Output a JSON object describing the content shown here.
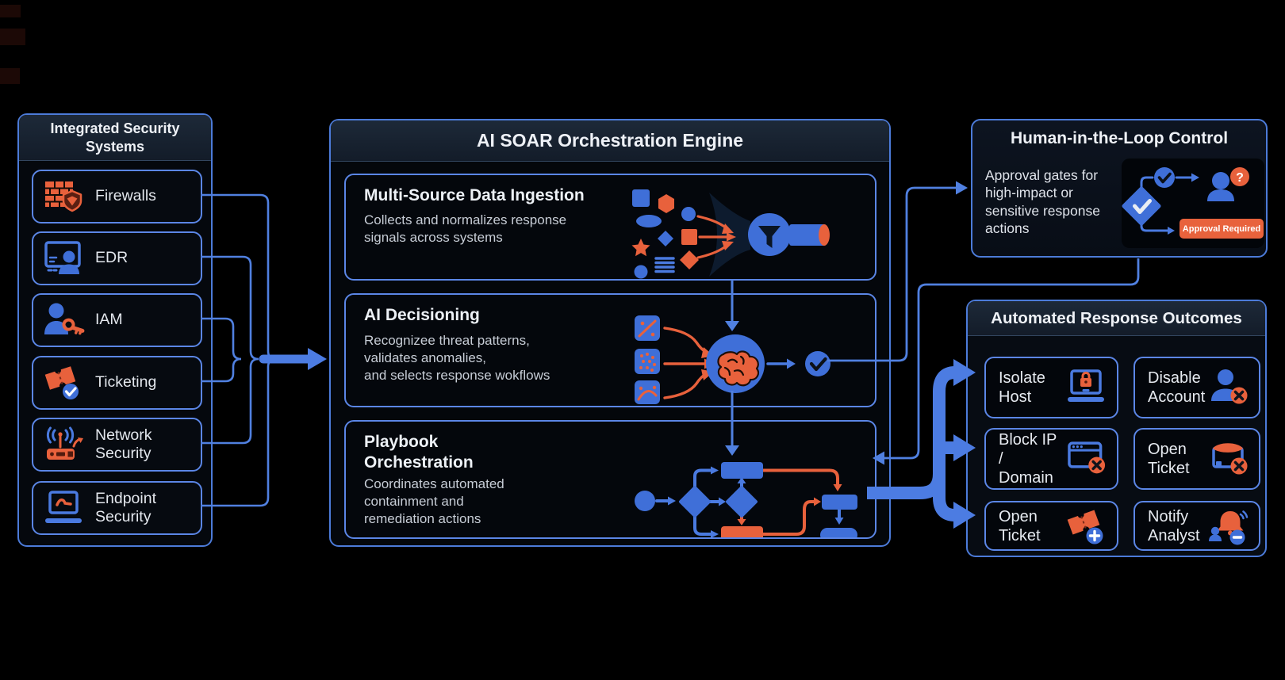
{
  "colors": {
    "background": "#000000",
    "panel_border_blue": "#4c7bd9",
    "inner_border_blue": "#5b86e6",
    "connector_blue": "#5080e0",
    "icon_blue": "#3f6fd8",
    "icon_orange": "#e8613c",
    "header_band_bg": "#18222f",
    "text_primary": "#eef1f6",
    "text_secondary": "#c7cdd6"
  },
  "left_panel": {
    "title": "Integrated Security\nSystems",
    "items": [
      {
        "label": "Firewalls",
        "icon": "firewall-shield-icon"
      },
      {
        "label": "EDR",
        "icon": "monitor-user-icon"
      },
      {
        "label": "IAM",
        "icon": "user-key-icon"
      },
      {
        "label": "Ticketing",
        "icon": "ticket-check-icon"
      },
      {
        "label": "Network\nSecurity",
        "icon": "router-signal-icon"
      },
      {
        "label": "Endpoint\nSecurity",
        "icon": "laptop-pointer-icon"
      }
    ]
  },
  "engine_panel": {
    "title": "AI SOAR Orchestration Engine",
    "stages": [
      {
        "title": "Multi-Source Data Ingestion",
        "description": "Collects and normalizes response\nsignals across systems",
        "icon": "shapes-funnel-icon"
      },
      {
        "title": "AI Decisioning",
        "description": "Recognizee threat patterns,\nvalidates anomalies,\nand selects response wokflows",
        "icon": "pattern-tiles-brain-check-icon"
      },
      {
        "title": "Playbook\nOrchestration",
        "description": "Coordinates automated\ncontainment and\nremediation actions",
        "icon": "flowchart-icon"
      }
    ]
  },
  "hitl_panel": {
    "title": "Human-in-the-Loop Control",
    "description": "Approval gates for\nhigh-impact or\nsensitive response\nactions",
    "badge_label": "Approval Required",
    "question_glyph": "?",
    "icon": "approval-flow-icon"
  },
  "outcomes_panel": {
    "title": "Automated Response Outcomes",
    "cards": [
      {
        "label": "Isolate\nHost",
        "icon": "laptop-lock-icon"
      },
      {
        "label": "Disable\nAccount",
        "icon": "user-remove-icon"
      },
      {
        "label": "Block IP /\nDomain",
        "icon": "browser-block-icon"
      },
      {
        "label": "Open\nTicket",
        "icon": "mail-block-icon"
      },
      {
        "label": "Open\nTicket",
        "icon": "ticket-add-icon"
      },
      {
        "label": "Notify\nAnalyst",
        "icon": "bell-user-icon"
      }
    ]
  }
}
